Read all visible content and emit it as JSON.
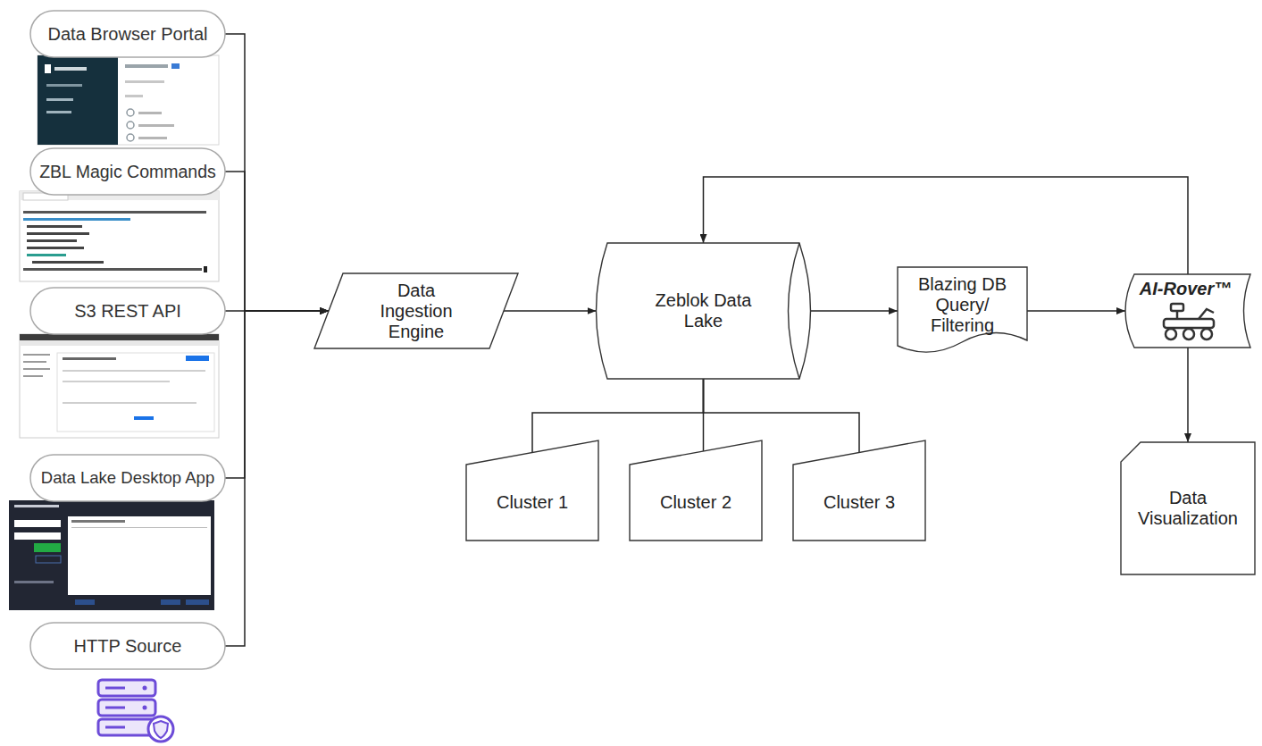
{
  "diagram": {
    "nodes": [
      {
        "text": [
          "Data Browser Portal"
        ]
      },
      {
        "text": [
          "ZBL Magic Commands"
        ]
      },
      {
        "text": [
          "S3 REST API"
        ]
      },
      {
        "text": [
          "Data Lake Desktop App"
        ]
      },
      {
        "text": [
          "HTTP Source"
        ]
      },
      {
        "text": [
          "Data Ingestion Engine"
        ]
      },
      {
        "text": [
          "Zeblok Data Lake"
        ]
      },
      {
        "text": [
          "Blazing DB Query/ Filtering"
        ]
      },
      {
        "text": [
          "AI-Rover™"
        ]
      },
      {
        "text": [
          "Cluster 1"
        ]
      },
      {
        "text": [
          "Cluster 2"
        ]
      },
      {
        "text": [
          "Cluster 3"
        ]
      },
      {
        "text": [
          "Data Visualization"
        ]
      }
    ],
    "edges": [
      {
        "from": 0,
        "to": 5,
        "arrow": "to"
      },
      {
        "from": 1,
        "to": 5,
        "arrow": "to"
      },
      {
        "from": 2,
        "to": 5,
        "arrow": "to"
      },
      {
        "from": 3,
        "to": 5,
        "arrow": "to"
      },
      {
        "from": 4,
        "to": 5,
        "arrow": "to"
      },
      {
        "from": 5,
        "to": 6,
        "arrow": "to"
      },
      {
        "from": 6,
        "to": 7,
        "arrow": "to"
      },
      {
        "from": 7,
        "to": 8,
        "arrow": "to"
      },
      {
        "from": 8,
        "to": 6,
        "arrow": "to"
      },
      {
        "from": 8,
        "to": 12,
        "arrow": "to"
      },
      {
        "from": 6,
        "to": 9,
        "arrow": "none"
      },
      {
        "from": 6,
        "to": 10,
        "arrow": "none"
      },
      {
        "from": 6,
        "to": 11,
        "arrow": "none"
      }
    ]
  }
}
